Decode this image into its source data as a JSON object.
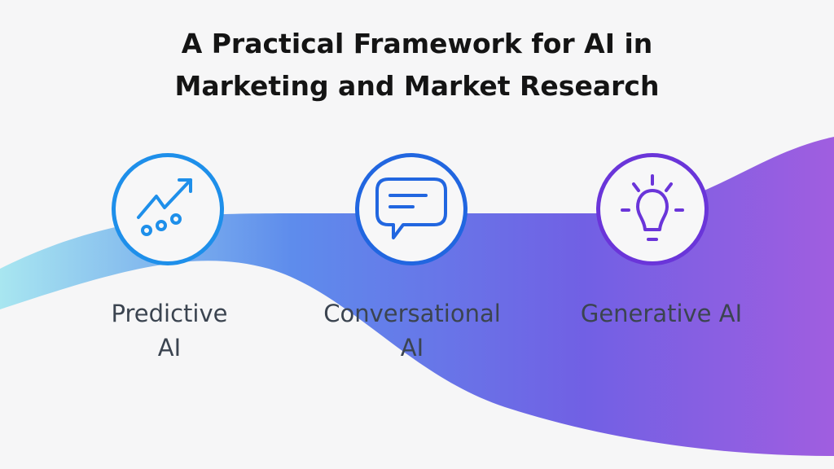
{
  "title_line1": "A Practical Framework for AI in",
  "title_line2": "Marketing and Market Research",
  "items": [
    {
      "label_line1": "Predictive",
      "label_line2": "AI",
      "icon": "trend-chart-icon",
      "color": "#1e8fea"
    },
    {
      "label_line1": "Conversational",
      "label_line2": "AI",
      "icon": "chat-bubble-icon",
      "color": "#2166e0"
    },
    {
      "label_line1": "Generative AI",
      "label_line2": "",
      "icon": "lightbulb-icon",
      "color": "#6a35d9"
    }
  ],
  "colors": {
    "wave_start": "#8fd8ec",
    "wave_mid": "#5b86ea",
    "wave_end": "#9a5de0"
  }
}
